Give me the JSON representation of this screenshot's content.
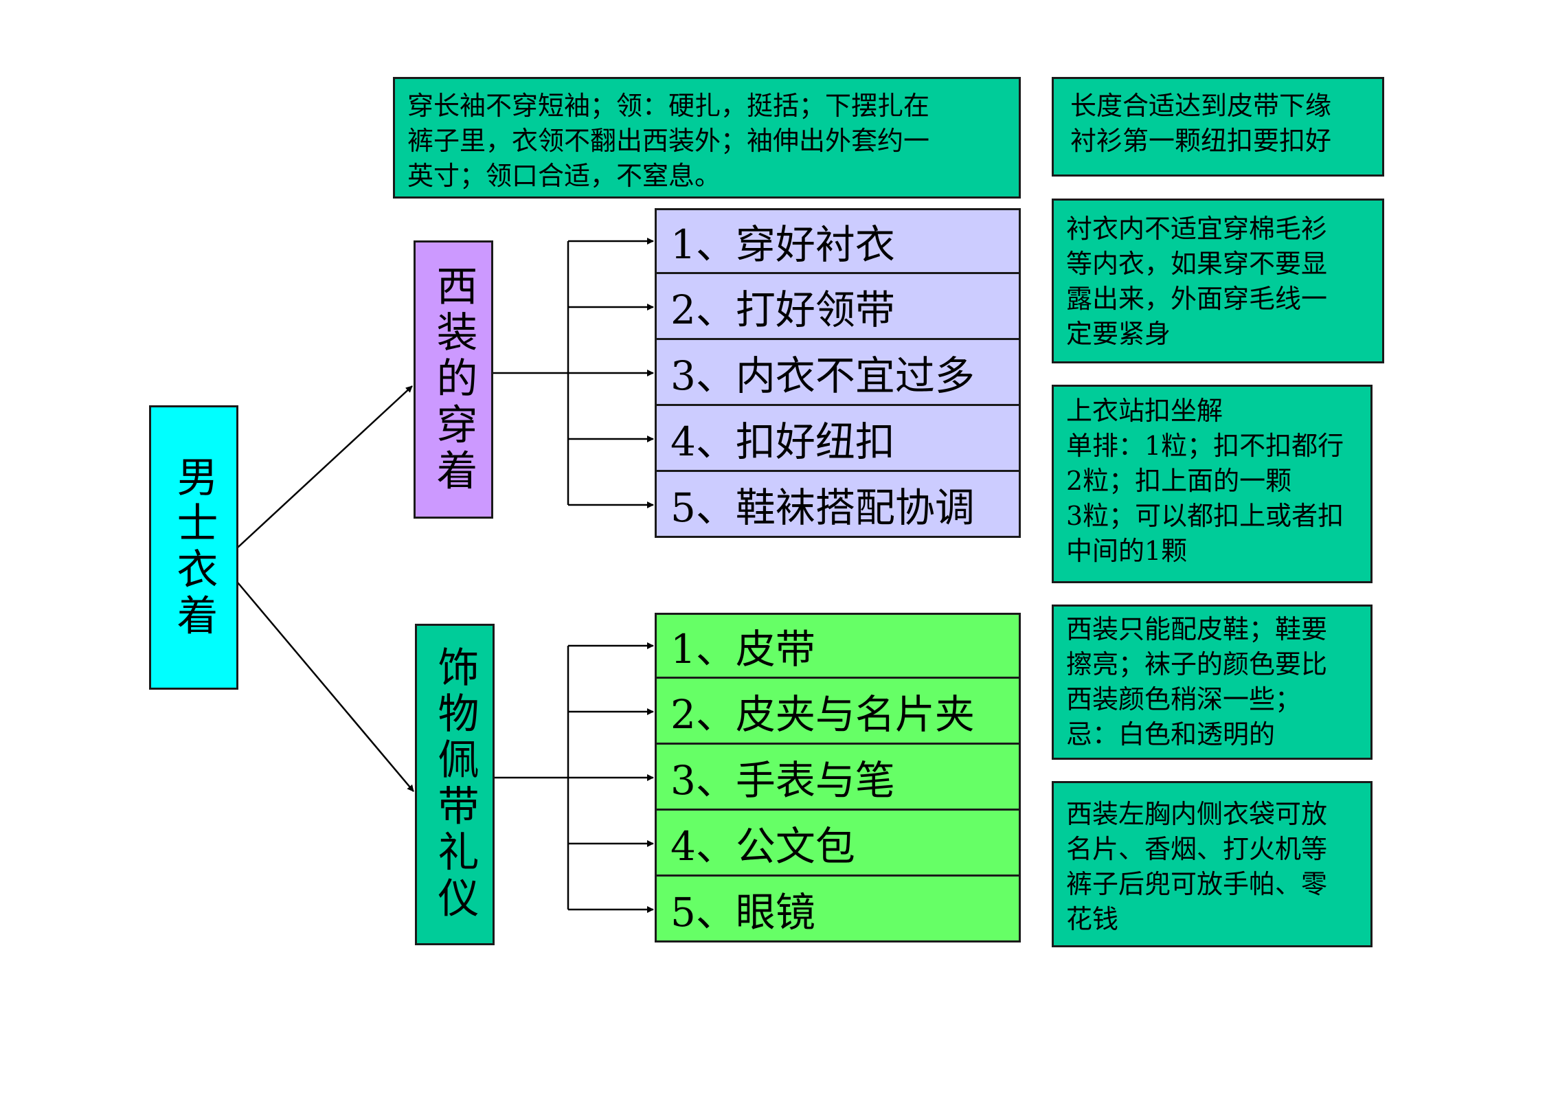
{
  "root": {
    "label": "男士衣着",
    "color": "#00ffff"
  },
  "branches": [
    {
      "label": "西装的穿着",
      "color": "#cc99ff",
      "item_color": "#ccccff",
      "items": [
        "1、穿好衬衣",
        "2、打好领带",
        "3、内衣不宜过多",
        "4、扣好纽扣",
        "5、鞋袜搭配协调"
      ]
    },
    {
      "label": "饰物佩带礼仪",
      "color": "#00cc99",
      "item_color": "#66ff66",
      "items": [
        "1、皮带",
        "2、皮夹与名片夹",
        "3、手表与笔",
        "4、公文包",
        "5、眼镜"
      ]
    }
  ],
  "notes": {
    "color": "#00cc99",
    "top": [
      "穿长袖不穿短袖；领：硬扎，挺括；下摆扎在",
      "裤子里，衣领不翻出西装外；袖伸出外套约一",
      "英寸；领口合适，不窒息。"
    ],
    "right": [
      [
        "长度合适达到皮带下缘",
        "衬衫第一颗纽扣要扣好"
      ],
      [
        "衬衣内不适宜穿棉毛衫",
        "等内衣，如果穿不要显",
        "露出来，外面穿毛线一",
        "定要紧身"
      ],
      [
        "上衣站扣坐解",
        "单排：1粒；扣不扣都行",
        "2粒；扣上面的一颗",
        "3粒；可以都扣上或者扣",
        "中间的1颗"
      ],
      [
        "西装只能配皮鞋；鞋要",
        "擦亮；袜子的颜色要比",
        "西装颜色稍深一些；",
        "忌：白色和透明的"
      ],
      [
        "西装左胸内侧衣袋可放",
        "名片、香烟、打火机等",
        "裤子后兜可放手帕、零",
        "花钱"
      ]
    ]
  }
}
